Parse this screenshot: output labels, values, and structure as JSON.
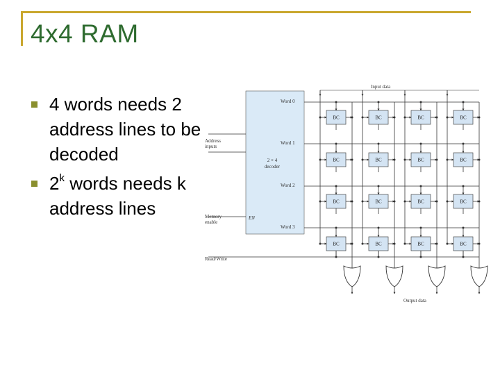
{
  "title": "4x4 RAM",
  "bullets": {
    "b1": "4 words needs 2 address lines to be decoded",
    "b2_base": "2",
    "b2_sup": "k",
    "b2_rest": " words needs k address lines"
  },
  "diagram": {
    "input_data_label": "Input data",
    "address_inputs_label": [
      "Address",
      "inputs"
    ],
    "decoder_label": [
      "2 × 4",
      "decoder"
    ],
    "word_labels": [
      "Word 0",
      "Word 1",
      "Word 2",
      "Word 3"
    ],
    "memory_enable_label": [
      "Memory",
      "enable"
    ],
    "en_label": "EN",
    "read_write_label": "Read/Write",
    "output_data_label": "Output data",
    "cell_label": "BC",
    "decoder_fill": "#daeaf7",
    "cell_fill": "#d4e4f3"
  },
  "colors": {
    "title": "#2e6b2f",
    "frame": "#c9a72e",
    "bullet_mark": "#8a8f2e"
  }
}
